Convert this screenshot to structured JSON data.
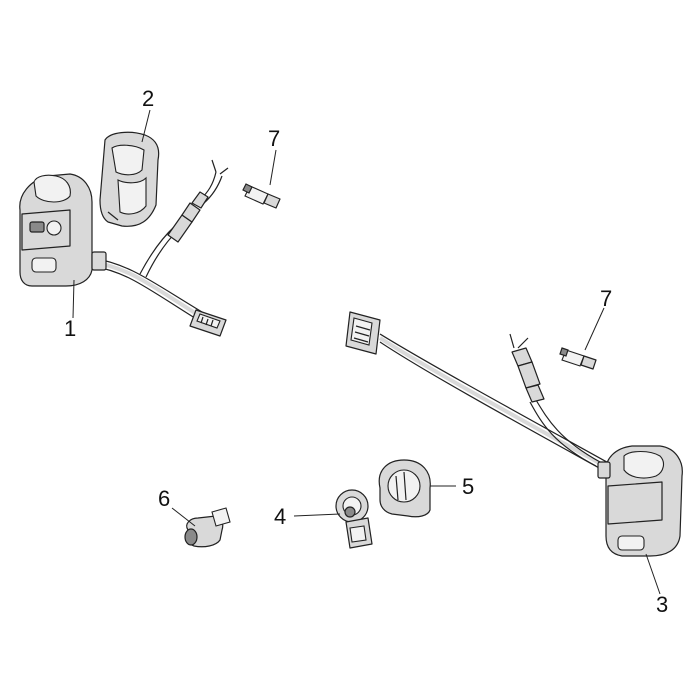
{
  "callouts": {
    "c1": "1",
    "c2": "2",
    "c3": "3",
    "c4": "4",
    "c5": "5",
    "c6": "6",
    "c7a": "7",
    "c7b": "7"
  },
  "colors": {
    "part_fill": "#d9d9d9",
    "outline": "#222222",
    "background": "#ffffff"
  }
}
